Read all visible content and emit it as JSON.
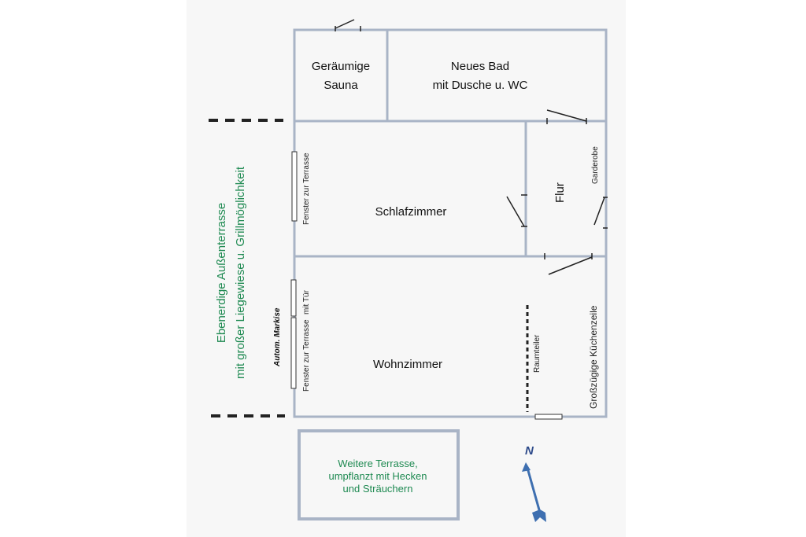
{
  "rooms": {
    "sauna": "Geräumige\nSauna",
    "bath": "Neues Bad\nmit Dusche u. WC",
    "bedroom": "Schlafzimmer",
    "hall": "Flur",
    "wardrobe": "Garderobe",
    "living": "Wohnzimmer",
    "divider": "Raumteiler",
    "kitchen": "Großzügige Küchenzeile"
  },
  "windows": {
    "bedroom_window": "Fenster zur Terrasse",
    "living_window": "Fenster zur Terrasse",
    "living_door": "mit Tür"
  },
  "labels": {
    "awning": "Autom. Markise",
    "outdoor_terrace": "Ebenerdige Außenterrasse\nmit großer Liegewiese u. Grillmöglichkeit",
    "further_terrace": "Weitere Terrasse,\numpflanzt mit Hecken\nund Sträuchern",
    "north": "N"
  },
  "colors": {
    "wall": "#a9b4c6",
    "terrace_text": "#1f8a52",
    "north_arrow": "#3e6fb0"
  }
}
